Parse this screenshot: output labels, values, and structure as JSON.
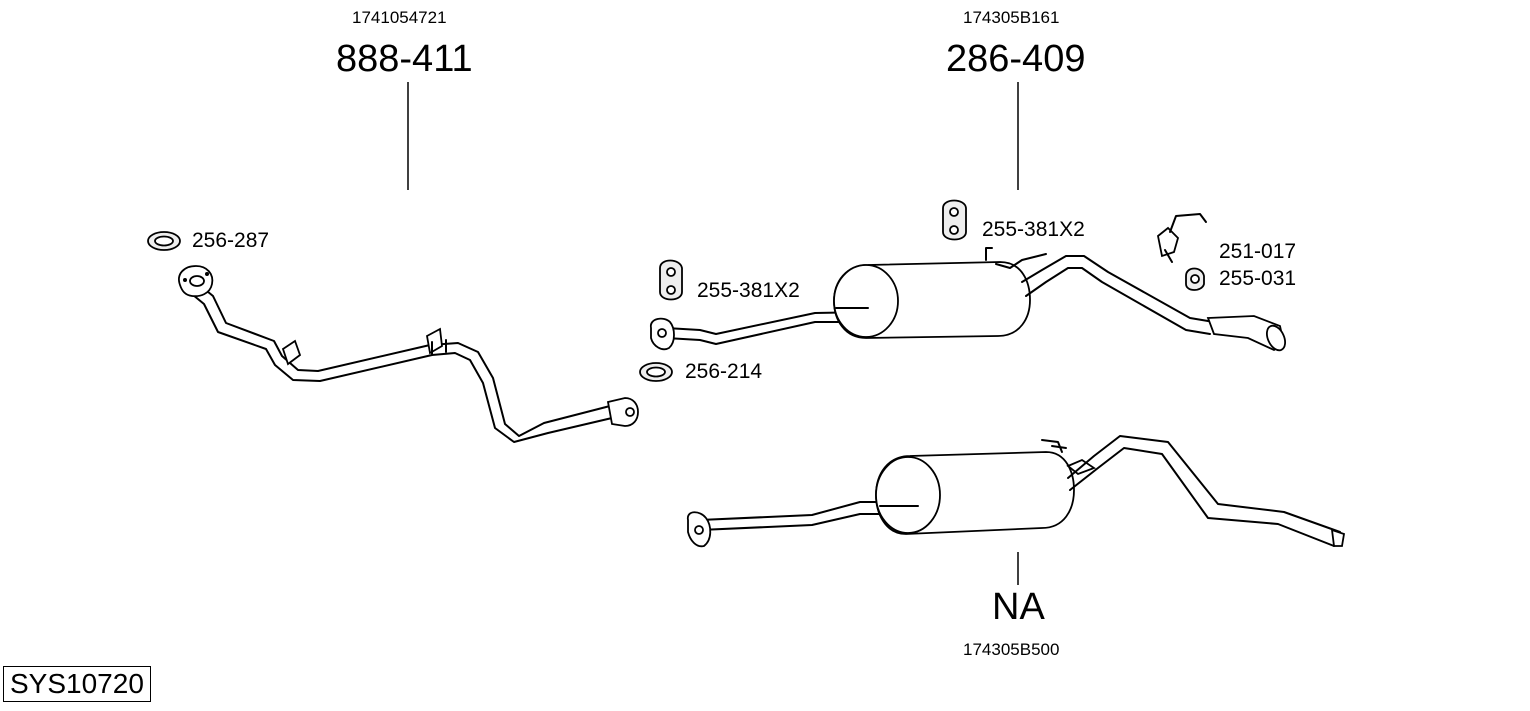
{
  "assemblies": {
    "front": {
      "oem": "1741054721",
      "part": "888-411"
    },
    "rear_top": {
      "oem": "174305B161",
      "part": "286-409"
    },
    "rear_bottom": {
      "oem": "174305B500",
      "part": "NA"
    }
  },
  "parts": {
    "gasket_front": "256-287",
    "gasket_mid": "256-214",
    "hanger_left": "255-381X2",
    "hanger_right": "255-381X2",
    "clamp": "251-017",
    "mount": "255-031"
  },
  "system_code": "SYS10720"
}
